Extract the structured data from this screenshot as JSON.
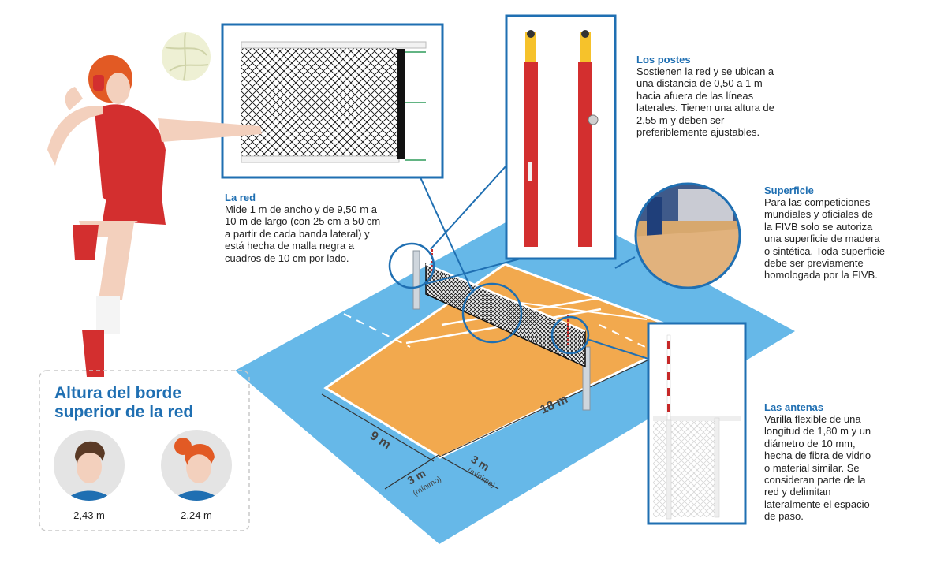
{
  "net": {
    "title": "La red",
    "lines": [
      "Mide 1 m de ancho y de 9,50 m a",
      "10 m de largo (con 25 cm a 50 cm",
      "a partir de cada banda lateral) y",
      "está hecha de malla negra a",
      "cuadros de 10 cm por lado."
    ]
  },
  "posts": {
    "title": "Los postes",
    "lines": [
      "Sostienen la red y se ubican a",
      "una distancia de 0,50 a 1 m",
      "hacia afuera de las líneas",
      "laterales. Tienen una altura de",
      "2,55 m y deben ser",
      "preferiblemente ajustables."
    ]
  },
  "surface": {
    "title": "Superficie",
    "lines": [
      "Para las competiciones",
      "mundiales y oficiales de",
      "la FIVB solo se autoriza",
      "una superficie de madera",
      "o sintética. Toda superficie",
      "debe ser previamente",
      "homologada por la FIVB."
    ]
  },
  "antennas": {
    "title": "Las antenas",
    "lines": [
      "Varilla flexible de una",
      "longitud de 1,80 m y un",
      "diámetro de 10 mm,",
      "hecha de fibra de vidrio",
      "o material similar. Se",
      "consideran parte de la",
      "red y delimitan",
      "lateralmente el espacio",
      "de paso."
    ]
  },
  "net_height": {
    "title_line1": "Altura del borde",
    "title_line2": "superior de la red",
    "men_value": "2,43 m",
    "women_value": "2,24 m"
  },
  "dimensions": {
    "width": "9 m",
    "length": "18 m",
    "free_zone_1": "3 m",
    "free_zone_1_note": "(mínimo)",
    "free_zone_2": "3 m",
    "free_zone_2_note": "(mínimo)"
  },
  "colors": {
    "court": "#f2a94e",
    "free_zone": "#66b8e8",
    "accent_blue": "#1f6fb2",
    "post_red": "#d32f2f",
    "post_yellow": "#f6c22b"
  }
}
